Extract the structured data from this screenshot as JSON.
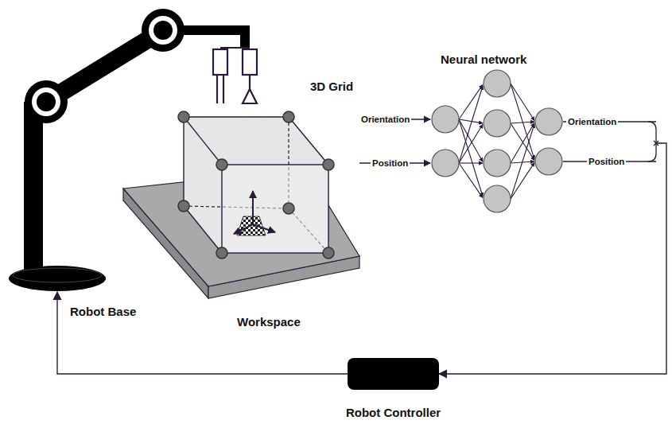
{
  "diagram": {
    "nodes": [
      {
        "text": [
          "Robot Base"
        ]
      },
      {
        "text": [
          "Robot Controller"
        ]
      },
      {
        "text": [
          "Neural network"
        ]
      }
    ],
    "edges": [
      {
        "from": 2,
        "to": 1,
        "arrow": "to"
      },
      {
        "from": 1,
        "to": 0,
        "arrow": "to"
      }
    ],
    "labels": [
      "3D Grid",
      "Workspace",
      "Orientation",
      "Position",
      "Orientation",
      "Position"
    ]
  }
}
